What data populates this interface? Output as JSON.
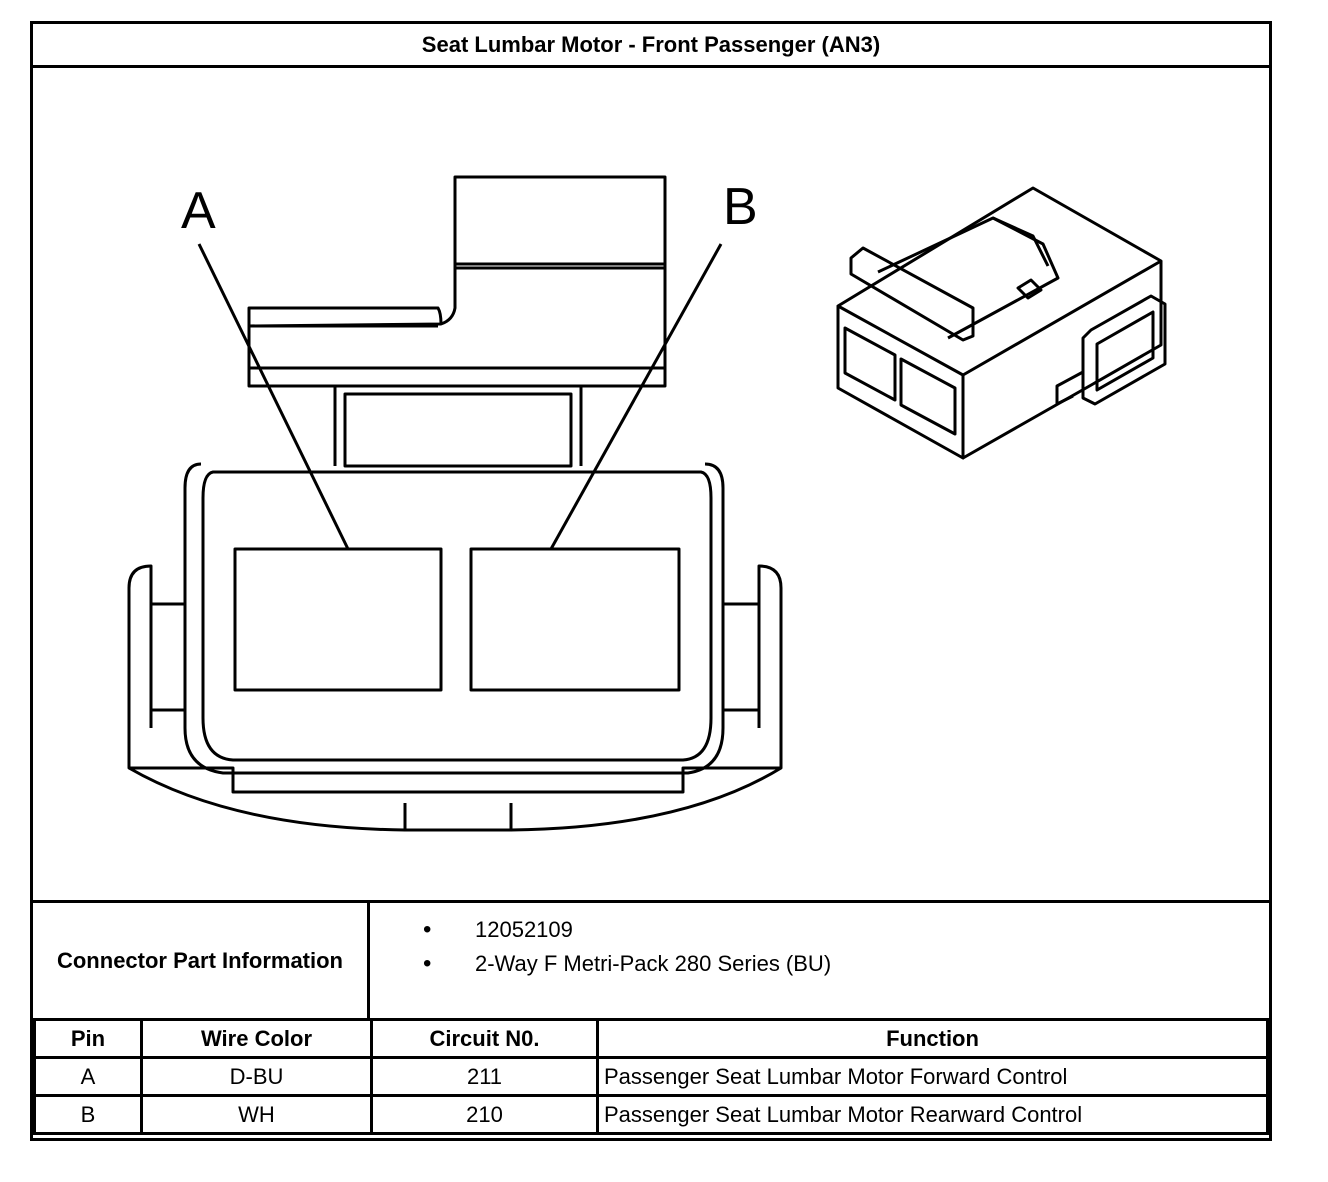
{
  "title": "Seat Lumbar Motor - Front Passenger (AN3)",
  "diagram": {
    "callouts": [
      "A",
      "B"
    ]
  },
  "connector_info": {
    "label": "Connector Part Information",
    "items": [
      "12052109",
      "2-Way F Metri-Pack 280 Series (BU)"
    ]
  },
  "pin_table": {
    "headers": [
      "Pin",
      "Wire Color",
      "Circuit N0.",
      "Function"
    ],
    "rows": [
      {
        "pin": "A",
        "wire_color": "D-BU",
        "circuit": "211",
        "function": "Passenger Seat Lumbar Motor Forward Control"
      },
      {
        "pin": "B",
        "wire_color": "WH",
        "circuit": "210",
        "function": "Passenger Seat Lumbar Motor Rearward Control"
      }
    ]
  }
}
